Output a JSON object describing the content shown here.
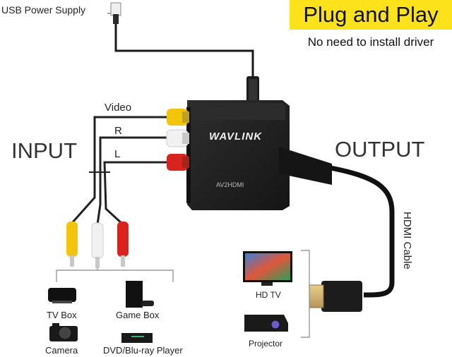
{
  "power": {
    "label": "USB Power Supply"
  },
  "banner": {
    "title": "Plug and Play",
    "subtitle": "No need to install driver"
  },
  "input": {
    "label": "INPUT"
  },
  "output": {
    "label": "OUTPUT"
  },
  "cables": {
    "video": "Video",
    "right": "R",
    "left": "L",
    "hdmi": "HDMI Cable"
  },
  "device": {
    "brand": "WAVLINK",
    "model": "AV2HDMI"
  },
  "sources": [
    {
      "label": "TV Box",
      "icon": "tv-box-icon"
    },
    {
      "label": "Game Box",
      "icon": "game-console-icon"
    },
    {
      "label": "Camera",
      "icon": "camera-icon"
    },
    {
      "label": "DVD/Blu-ray Player",
      "icon": "dvd-player-icon"
    }
  ],
  "outputs": [
    {
      "label": "HD TV",
      "icon": "hd-tv-icon"
    },
    {
      "label": "Projector",
      "icon": "projector-icon"
    }
  ],
  "colors": {
    "banner": "#fce21a",
    "yellow": "#f2c40c",
    "white": "#f1f1f1",
    "red": "#d9231e",
    "device": "#202020"
  }
}
